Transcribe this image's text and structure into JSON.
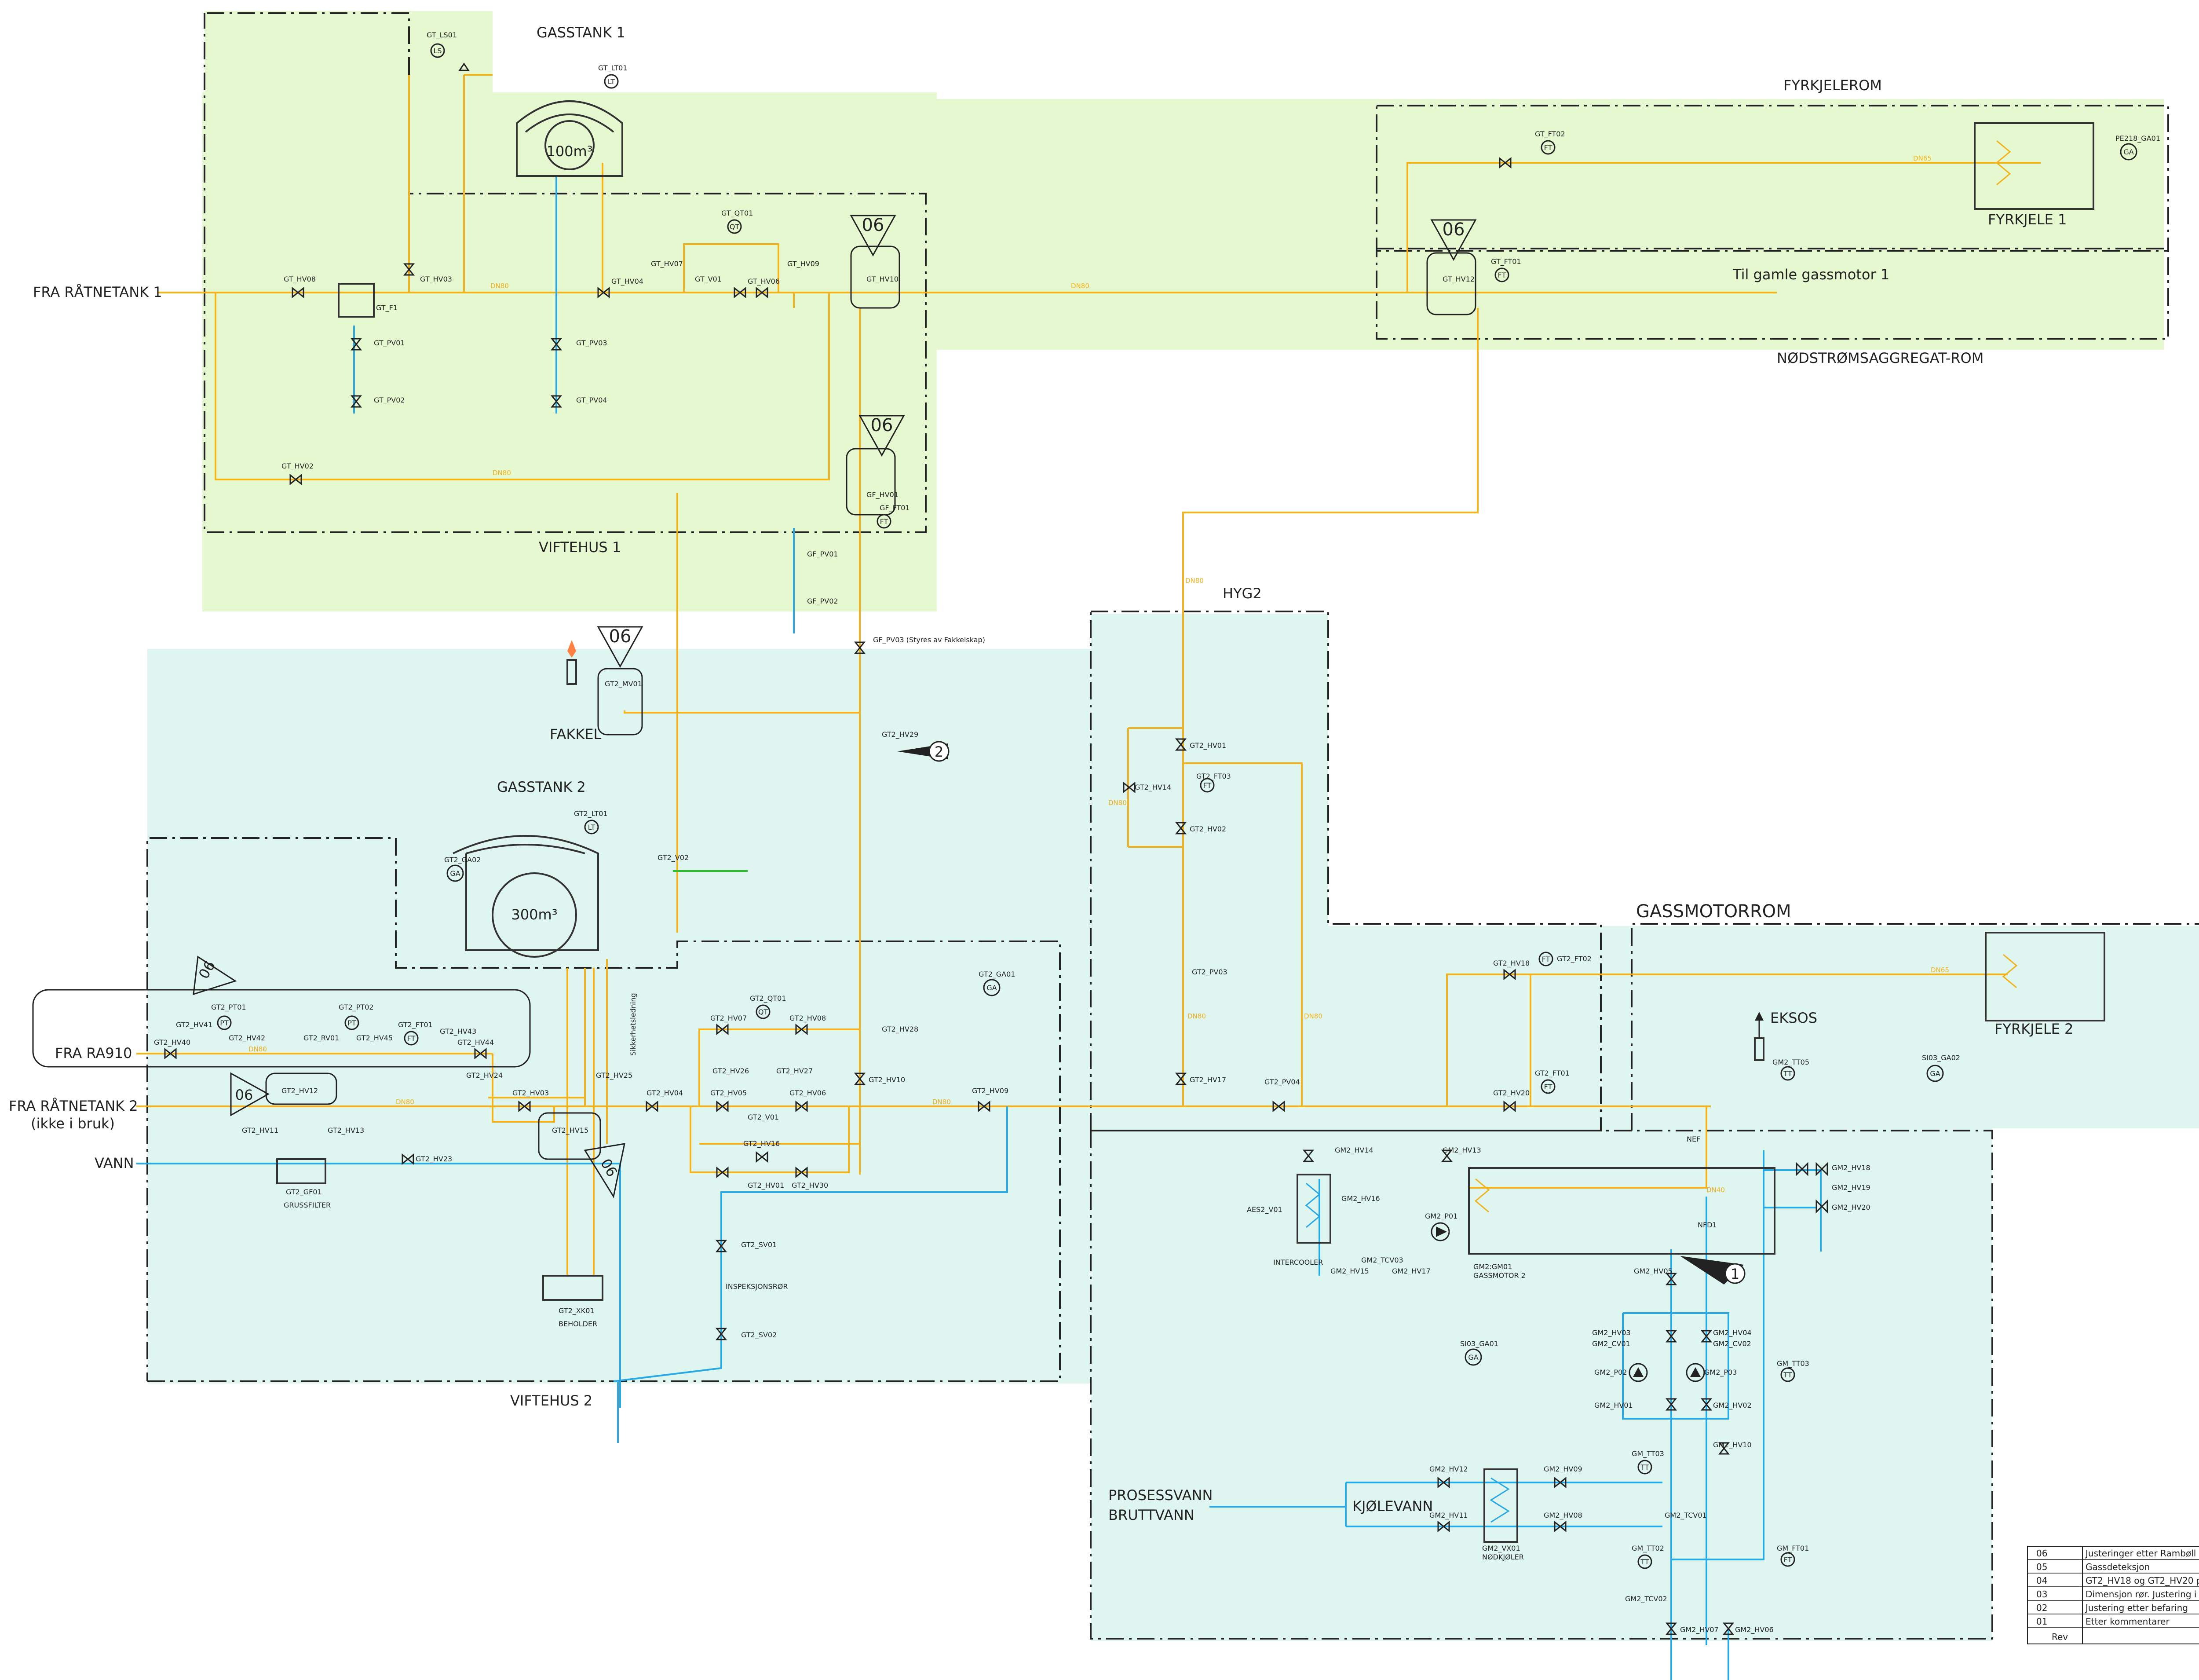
{
  "zones": {
    "gasstank1": "GASSTANK 1",
    "viftehus1": "VIFTEHUS 1",
    "fyrkjelerom": "FYRKJELEROM",
    "fyrkjele1": "FYRKJELE 1",
    "nodstrom": "NØDSTRØMSAGGREGAT-ROM",
    "til_gamle": "Til gamle gassmotor 1",
    "hyg2": "HYG2",
    "gassmotorrom": "GASSMOTORROM",
    "fyrkjele2": "FYRKJELE 2",
    "fakkel": "FAKKEL",
    "gasstank2": "GASSTANK 2",
    "viftehus2": "VIFTEHUS 2",
    "eksos": "EKSOS",
    "kjolevann": "KJØLEVANN",
    "prosessvann": "PROSESSVANN",
    "bruttvann": "BRUTTVANN"
  },
  "inlets": {
    "fra_ratnetank1": "FRA RÅTNETANK 1",
    "fra_ra910": "FRA RA910",
    "fra_ratnetank2": "FRA RÅTNETANK 2",
    "ikke_i_bruk": "(ikke i bruk)",
    "vann": "VANN"
  },
  "tanks": {
    "tank1_volume": "100m³",
    "tank2_volume": "300m³"
  },
  "revision_marker": "06",
  "callouts": {
    "c1": "1",
    "c2": "2"
  },
  "dn_labels": {
    "dn80": "DN80",
    "dn65": "DN65",
    "dn40": "DN40"
  },
  "tags": {
    "gt_ls01": "GT_LS01",
    "gt_lt01": "GT_LT01",
    "gt_hv08": "GT_HV08",
    "gt_hv03": "GT_HV03",
    "gt_f1": "GT_F1",
    "gt_pv01": "GT_PV01",
    "gt_pv02": "GT_PV02",
    "gt_pv03": "GT_PV03",
    "gt_pv04": "GT_PV04",
    "gt_hv04": "GT_HV04",
    "gt_qt01": "GT_QT01",
    "gt_hv07": "GT_HV07",
    "gt_v01": "GT_V01",
    "gt_hv06": "GT_HV06",
    "gt_hv09": "GT_HV09",
    "gt_hv10": "GT_HV10",
    "gt_hv02": "GT_HV02",
    "gf_hv01": "GF_HV01",
    "gf_ft01": "GF_FT01",
    "gf_pv01": "GF_PV01",
    "gf_pv02": "GF_PV02",
    "gf_pv03": "GF_PV03 (Styres av Fakkelskap)",
    "gt_ft02": "GT_FT02",
    "pe218_ga01": "PE218_GA01",
    "gt_hv12": "GT_HV12",
    "gt_ft01": "GT_FT01",
    "gt2_mv01": "GT2_MV01",
    "gt2_hv29": "GT2_HV29",
    "gt2_lt01": "GT2_LT01",
    "gt2_ga02": "GT2_GA02",
    "gt2_v02": "GT2_V02",
    "gt2_ga01": "GT2_GA01",
    "gt2_hv28": "GT2_HV28",
    "gt2_hv10": "GT2_HV10",
    "gt2_hv09": "GT2_HV09",
    "gt2_pt01": "GT2_PT01",
    "gt2_pt02": "GT2_PT02",
    "gt2_ft01": "GT2_FT01",
    "gt2_hv41": "GT2_HV41",
    "gt2_hv42": "GT2_HV42",
    "gt2_rv01": "GT2_RV01",
    "gt2_hv45": "GT2_HV45",
    "gt2_hv43": "GT2_HV43",
    "gt2_hv44": "GT2_HV44",
    "gt2_hv40": "GT2_HV40",
    "gt2_hv12": "GT2_HV12",
    "gt2_hv11": "GT2_HV11",
    "gt2_hv13": "GT2_HV13",
    "gt2_hv24": "GT2_HV24",
    "gt2_hv03": "GT2_HV03",
    "gt2_hv25": "GT2_HV25",
    "gt2_hv04": "GT2_HV04",
    "gt2_hv15": "GT2_HV15",
    "gt2_gf01": "GT2_GF01",
    "grussfilter": "GRUSSFILTER",
    "gt2_hv23": "GT2_HV23",
    "gt2_xk01": "GT2_XK01",
    "beholder": "BEHOLDER",
    "gt2_qt01": "GT2_QT01",
    "gt2_hv07": "GT2_HV07",
    "gt2_hv08": "GT2_HV08",
    "gt2_hv26": "GT2_HV26",
    "gt2_hv27": "GT2_HV27",
    "gt2_hv05": "GT2_HV05",
    "gt2_v01": "GT2_V01",
    "gt2_hv06": "GT2_HV06",
    "gt2_hv16": "GT2_HV16",
    "gt2_hv01": "GT2_HV01",
    "gt2_hv30": "GT2_HV30",
    "gt2_sv01": "GT2_SV01",
    "inspeksjonsror": "INSPEKSJONSRØR",
    "gt2_sv02": "GT2_SV02",
    "sikkerhetsledning": "Sikkerhetsledning",
    "gt2_hv01b": "GT2_HV01",
    "gt2_ft03": "GT2_FT03",
    "gt2_hv14": "GT2_HV14",
    "gt2_hv02": "GT2_HV02",
    "gt2_pv03": "GT2_PV03",
    "gt2_hv17": "GT2_HV17",
    "gt2_pv04": "GT2_PV04",
    "gt2_hv18": "GT2_HV18",
    "gt2_ft02": "GT2_FT02",
    "gt2_hv20": "GT2_HV20",
    "gt2_ft01b": "GT2_FT01",
    "gm2_tt05": "GM2_TT05",
    "si03_ga02": "SI03_GA02",
    "nef": "NEF",
    "gm2_hv14": "GM2_HV14",
    "gm2_hv13": "GM2_HV13",
    "gm2_hv16": "GM2_HV16",
    "gm2_p01": "GM2_P01",
    "aes2_v01": "AES2_V01",
    "intercooler": "INTERCOOLER",
    "gm2_hv15": "GM2_HV15",
    "gm2_tcv03": "GM2_TCV03",
    "gm2_hv17": "GM2_HV17",
    "gm2_gm01": "GM2:GM01",
    "gassmotor2": "GASSMOTOR 2",
    "nfd1": "NFD1",
    "gm2_hv18": "GM2_HV18",
    "gm2_hv19": "GM2_HV19",
    "gm2_hv20": "GM2_HV20",
    "gm2_hv05": "GM2_HV05",
    "gm2_hv03": "GM2_HV03",
    "gm2_cv01": "GM2_CV01",
    "gm2_hv04": "GM2_HV04",
    "gm2_cv02": "GM2_CV02",
    "gm2_p02": "GM2_P02",
    "gm2_p03": "GM2_P03",
    "gm2_hv01": "GM2_HV01",
    "gm2_hv02": "GM2_HV02",
    "si03_ga01": "SI03_GA01",
    "gm_tt03": "GM_TT03",
    "gm2_hv10": "GM2_HV10",
    "gm_tt03b": "GM_TT03",
    "gm2_hv12": "GM2_HV12",
    "gm2_hv09": "GM2_HV09",
    "gm2_hv11": "GM2_HV11",
    "gm2_hv08": "GM2_HV08",
    "gm2_vx01": "GM2_VX01",
    "nodkjoler": "NØDKJØLER",
    "gm2_tcv01": "GM2_TCV01",
    "gm_tt02": "GM_TT02",
    "gm_ft01": "GM_FT01",
    "gm2_tcv02": "GM2_TCV02",
    "gm2_hv07": "GM2_HV07",
    "gm2_hv06": "GM2_HV06"
  },
  "instrument_letters": {
    "ls": "LS",
    "lt": "LT",
    "ft": "FT",
    "qt": "QT",
    "pt": "PT",
    "tt": "TT",
    "ga": "GA"
  },
  "revision_table": {
    "header": "Rev",
    "rows": [
      {
        "rev": "06",
        "text": "Justeringer etter Rambøll"
      },
      {
        "rev": "05",
        "text": "Gassdeteksjon"
      },
      {
        "rev": "04",
        "text": "GT2_HV18 og GT2_HV20 p"
      },
      {
        "rev": "03",
        "text": "Dimensjon rør. Justering i"
      },
      {
        "rev": "02",
        "text": "Justering etter befaring"
      },
      {
        "rev": "01",
        "text": "Etter kommentarer"
      }
    ]
  },
  "colors": {
    "gas_line": "#f2b21b",
    "water_line": "#29a8e6",
    "green_zone": "#e6f8cf",
    "cyan_zone": "#dff5f0",
    "air_line": "#2bbf2b"
  }
}
